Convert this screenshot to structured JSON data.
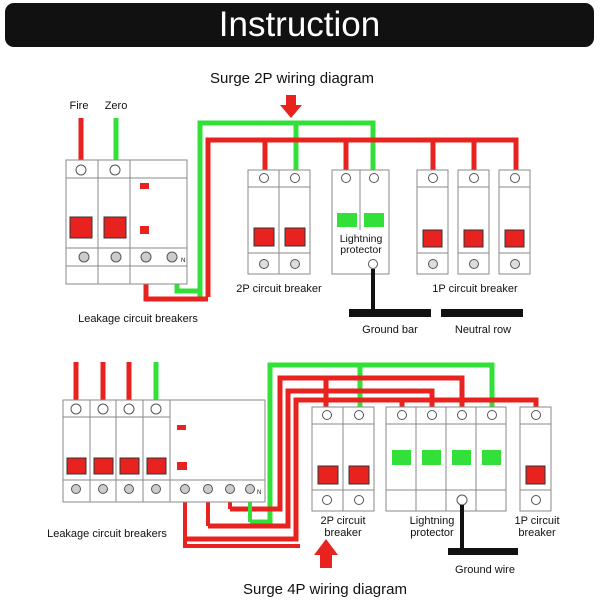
{
  "header": {
    "title": "Instruction"
  },
  "colors": {
    "live": "#e8231f",
    "earth": "#33e03a",
    "neutral": "#111111",
    "body": "#ffffff",
    "frame": "#8a8a8a",
    "handle": "#e8231f",
    "module": "#33e03a"
  },
  "top_diagram": {
    "title": "Surge 2P wiring diagram",
    "fire_label": "Fire",
    "zero_label": "Zero",
    "leakage_label": "Leakage circuit breakers",
    "breaker_2p_label": "2P circuit breaker",
    "protector_label": "Lightning protector",
    "breaker_1p_label": "1P circuit breaker",
    "ground_bar_label": "Ground bar",
    "neutral_row_label": "Neutral row",
    "terminal_n": "N"
  },
  "bottom_diagram": {
    "title": "Surge 4P wiring diagram",
    "leakage_label": "Leakage circuit breakers",
    "breaker_2p_label": "2P circuit breaker",
    "protector_label": "Lightning protector",
    "breaker_1p_label": "1P circuit breaker",
    "ground_wire_label": "Ground wire",
    "terminal_n": "N"
  }
}
